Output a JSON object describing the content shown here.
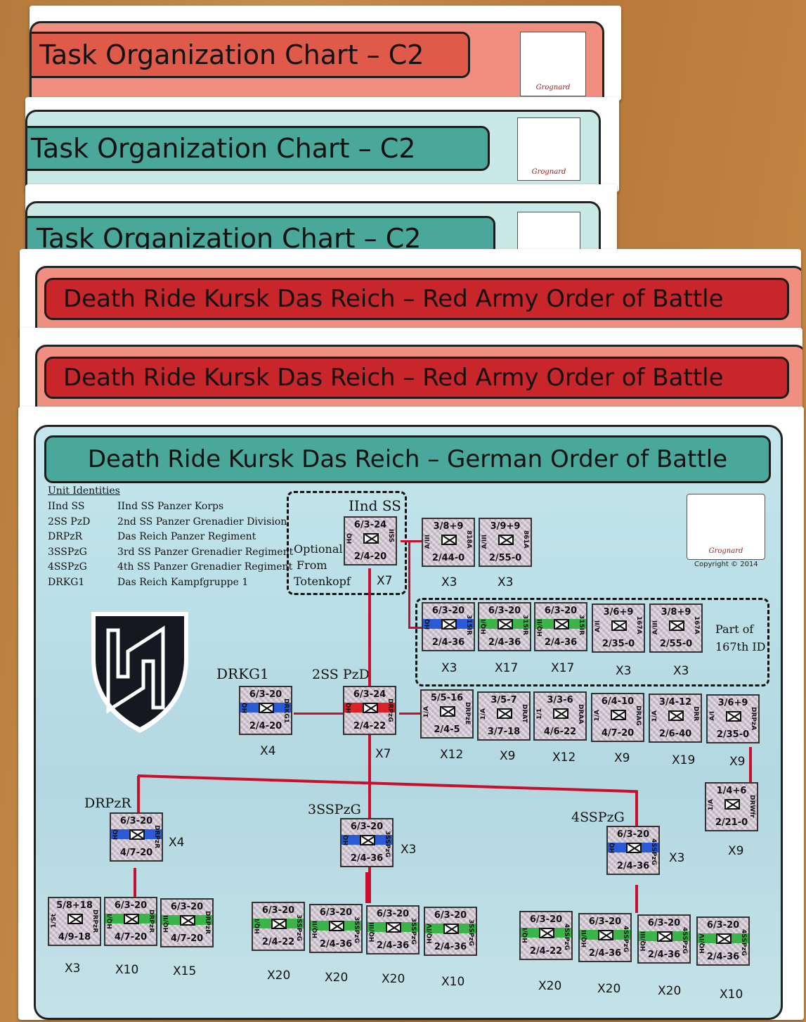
{
  "sheets": {
    "c2_sheet_1_title": "Task Organization Chart – C2",
    "c2_sheet_2_title": "Task Organization Chart – C2",
    "c2_sheet_3_title": "Task Organization Chart – C2",
    "red_sheet_1_title": "Death Ride Kursk Das Reich – Red Army Order of Battle",
    "red_sheet_2_title": "Death Ride Kursk Das Reich – Red Army Order of Battle",
    "german_title": "Death Ride Kursk Das Reich – German Order of Battle",
    "logo_text": "Grognard",
    "copyright": "Copyright © 2014"
  },
  "legend": {
    "heading": "Unit Identities",
    "rows": [
      {
        "abbr": "IInd SS",
        "name": "IInd SS Panzer Korps"
      },
      {
        "abbr": "2SS PzD",
        "name": "2nd SS Panzer Grenadier Division"
      },
      {
        "abbr": "DRPzR",
        "name": "Das Reich Panzer Regiment"
      },
      {
        "abbr": "3SSPzG",
        "name": "3rd SS Panzer Grenadier Regiment"
      },
      {
        "abbr": "4SSPzG",
        "name": "4th SS Panzer Grenadier Regiment"
      },
      {
        "abbr": "DRKG1",
        "name": "Das Reich Kampfgruppe 1"
      }
    ]
  },
  "labels": {
    "iind_ss": "IInd SS",
    "optional": "Optional",
    "from": "From",
    "totenkopf": "Totenkopf",
    "part_of": "Part of",
    "id167": "167th ID",
    "drkg1": "DRKG1",
    "pzd": "2SS PzD",
    "drpzr": "DRPzR",
    "pzg3": "3SSPzG",
    "pzg4": "4SSPzG"
  },
  "colors": {
    "red_band": "#c8262a",
    "red_sheet": "#f08e80",
    "teal_band": "#4aa89b",
    "teal_sheet": "#c9e9e6",
    "chart_bg": "#b9dde6",
    "connector": "#c8102e",
    "blue_stripe": "#2a5bd7",
    "green_stripe": "#3bb54a",
    "red_stripe": "#d9222a",
    "orange": "#f39a1e"
  },
  "units": [
    {
      "id": "iind-ss-hq",
      "top": "6/3-24",
      "bot": "2/4-20",
      "side": "IISS",
      "left": "HQ",
      "stripe": "none",
      "count": "X7"
    },
    {
      "id": "art-818",
      "top": "3/8+9",
      "bot": "2/44-0",
      "side": "818A",
      "left": "A/III",
      "stripe": "none",
      "count": "X3"
    },
    {
      "id": "art-861",
      "top": "3/9+9",
      "bot": "2/55-0",
      "side": "861A",
      "left": "A/III",
      "stripe": "none",
      "count": "X3"
    },
    {
      "id": "hq-315",
      "top": "6/3-20",
      "bot": "2/4-36",
      "side": "315IR",
      "left": "HQ",
      "stripe": "blue",
      "count": "X3"
    },
    {
      "id": "inf-315a",
      "top": "6/3-20",
      "bot": "2/4-36",
      "side": "315IR",
      "left": "HQ/I",
      "stripe": "green",
      "count": "X17"
    },
    {
      "id": "inf-315b",
      "top": "6/3-20",
      "bot": "2/4-36",
      "side": "315IR",
      "left": "HQ/II",
      "stripe": "green",
      "count": "X17"
    },
    {
      "id": "art-167a",
      "top": "3/6+9",
      "bot": "2/35-0",
      "side": "167A",
      "left": "A/II",
      "stripe": "none",
      "count": "X3"
    },
    {
      "id": "art-167b",
      "top": "3/8+9",
      "bot": "2/55-0",
      "side": "167A",
      "left": "A/III",
      "stripe": "none",
      "count": "X3"
    },
    {
      "id": "drkg1-hq",
      "top": "6/3-20",
      "bot": "2/4-20",
      "side": "DRKG1",
      "left": "HQ",
      "stripe": "blue",
      "count": "X4"
    },
    {
      "id": "pzd-hq",
      "top": "6/3-24",
      "bot": "2/4-22",
      "side": "DRPzG",
      "left": "HQ",
      "stripe": "red",
      "count": "X7"
    },
    {
      "id": "drpze",
      "top": "5/5-16",
      "bot": "2/4-5",
      "side": "DRPzE",
      "left": "1/A",
      "stripe": "none",
      "count": "X12"
    },
    {
      "id": "drat",
      "top": "3/5-7",
      "bot": "3/7-18",
      "side": "DRAT",
      "left": "1/A",
      "stripe": "none",
      "count": "X9"
    },
    {
      "id": "draa",
      "top": "3/3-6",
      "bot": "4/6-22",
      "side": "DRAA",
      "left": "1/1",
      "stripe": "none",
      "count": "X12"
    },
    {
      "id": "drag",
      "top": "6/4-10",
      "bot": "4/7-20",
      "side": "DRAG",
      "left": "1/A",
      "stripe": "none",
      "count": "X9"
    },
    {
      "id": "drr",
      "top": "3/4-12",
      "bot": "2/6-40",
      "side": "DRR",
      "left": "1/A",
      "stripe": "none",
      "count": "X19"
    },
    {
      "id": "drpza",
      "top": "3/6+9",
      "bot": "2/35-0",
      "side": "DRPzA",
      "left": "A/I",
      "stripe": "none",
      "count": "X9"
    },
    {
      "id": "drwfr",
      "top": "1/4+6",
      "bot": "2/21-0",
      "side": "DRWfr",
      "left": "1/A",
      "stripe": "none",
      "count": "X9"
    },
    {
      "id": "drpzr-hq",
      "top": "6/3-20",
      "bot": "4/7-20",
      "side": "DRPzR",
      "left": "HQ",
      "stripe": "blue",
      "count": "X4"
    },
    {
      "id": "pzg3-hq",
      "top": "6/3-20",
      "bot": "2/4-36",
      "side": "3SSPzG",
      "left": "HQ",
      "stripe": "blue",
      "count": "X3"
    },
    {
      "id": "pzg4-hq",
      "top": "6/3-20",
      "bot": "2/4-36",
      "side": "4SSPzG",
      "left": "HQ",
      "stripe": "blue",
      "count": "X3"
    },
    {
      "id": "drpzr-1",
      "top": "5/8+18",
      "bot": "4/9-18",
      "side": "DRPzR",
      "left": "1/St",
      "stripe": "none",
      "count": "X3"
    },
    {
      "id": "drpzr-2",
      "top": "6/3-20",
      "bot": "4/7-20",
      "side": "DRPzR",
      "left": "HQ/I",
      "stripe": "green",
      "count": "X10"
    },
    {
      "id": "drpzr-3",
      "top": "6/3-20",
      "bot": "4/7-20",
      "side": "DRPzR",
      "left": "HQ/II",
      "stripe": "green",
      "count": "X15"
    },
    {
      "id": "pzg3-1",
      "top": "6/3-20",
      "bot": "2/4-22",
      "side": "3SSPzG",
      "left": "HQ/I",
      "stripe": "green",
      "count": "X20"
    },
    {
      "id": "pzg3-2",
      "top": "6/3-20",
      "bot": "2/4-36",
      "side": "3SSPzG",
      "left": "HQ/II",
      "stripe": "green",
      "count": "X20"
    },
    {
      "id": "pzg3-3",
      "top": "6/3-20",
      "bot": "2/4-36",
      "side": "3SSPzG",
      "left": "HQ/III",
      "stripe": "green",
      "count": "X20"
    },
    {
      "id": "pzg3-4",
      "top": "6/3-20",
      "bot": "2/4-36",
      "side": "3SSPzG",
      "left": "HQ/IV",
      "stripe": "green",
      "count": "X10"
    },
    {
      "id": "pzg4-1",
      "top": "6/3-20",
      "bot": "2/4-22",
      "side": "4SSPzG",
      "left": "HQ/I",
      "stripe": "green",
      "count": "X20"
    },
    {
      "id": "pzg4-2",
      "top": "6/3-20",
      "bot": "2/4-36",
      "side": "4SSPzG",
      "left": "HQ/II",
      "stripe": "green",
      "count": "X20"
    },
    {
      "id": "pzg4-3",
      "top": "6/3-20",
      "bot": "2/4-36",
      "side": "4SSPzG",
      "left": "HQ/III",
      "stripe": "green",
      "count": "X20"
    },
    {
      "id": "pzg4-4",
      "top": "6/3-20",
      "bot": "2/4-36",
      "side": "4SSPzG",
      "left": "HQ/IV",
      "stripe": "green",
      "count": "X10"
    }
  ]
}
